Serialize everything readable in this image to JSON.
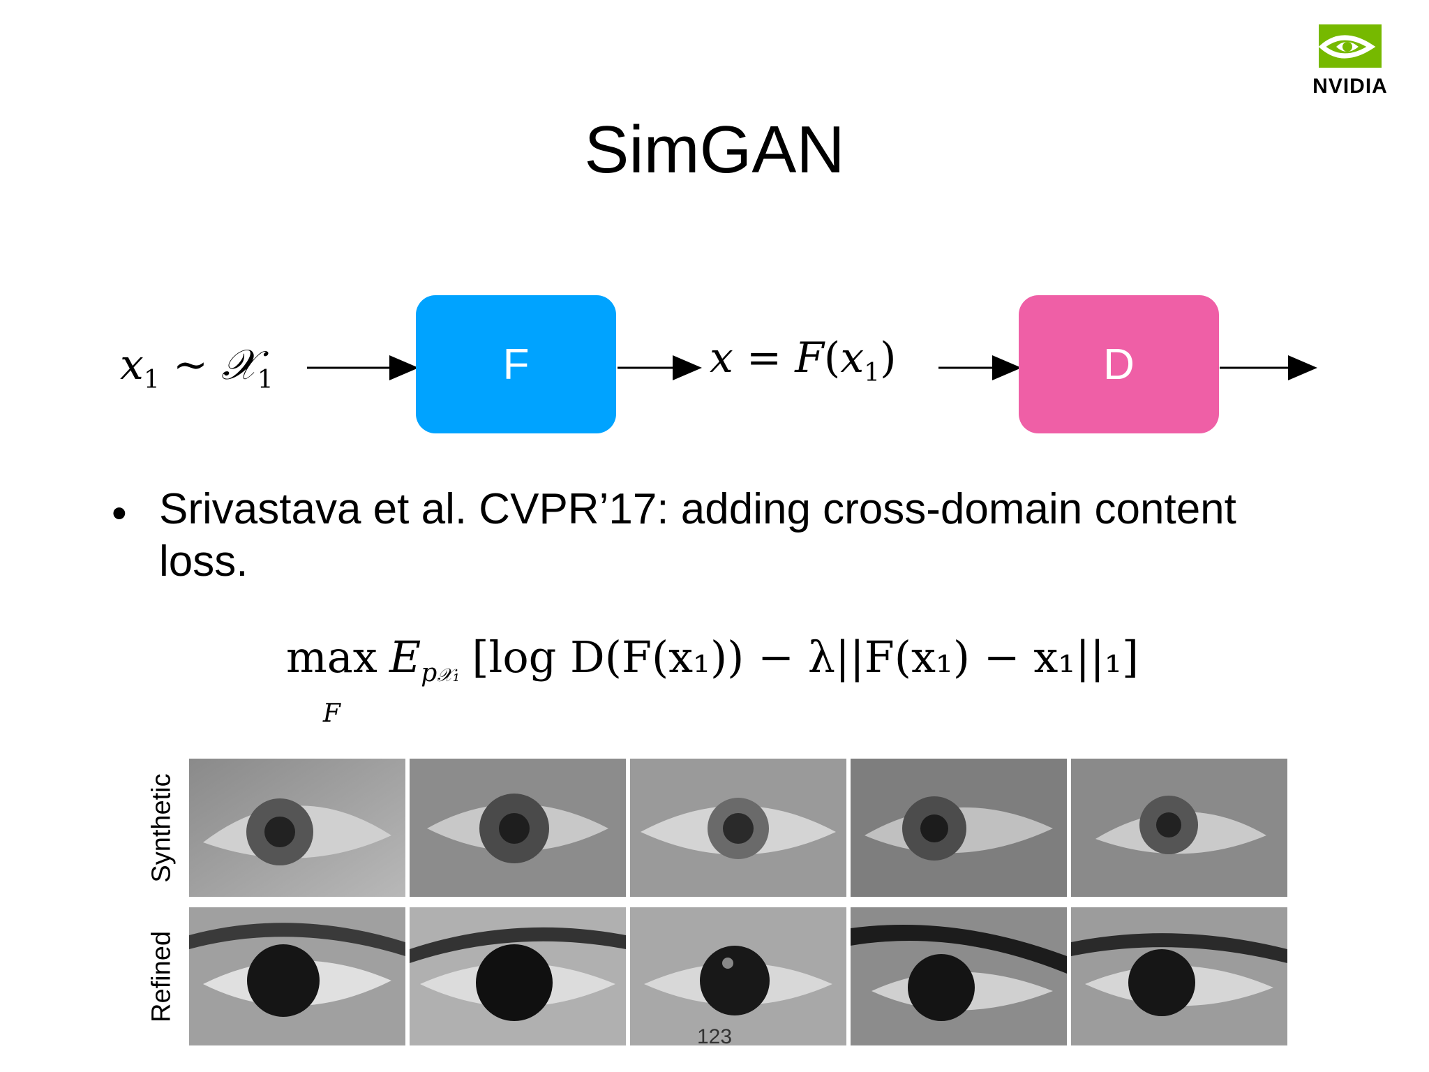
{
  "slide": {
    "title": "SimGAN",
    "logo_text": "NVIDIA",
    "page_number": "123"
  },
  "diagram": {
    "input_var": "x",
    "input_sub": "1",
    "input_set": "𝒳",
    "input_set_sub": "1",
    "generator_label": "F",
    "output_lhs": "x",
    "output_fn": "F",
    "output_arg": "x",
    "output_arg_sub": "1",
    "discriminator_label": "D",
    "generator_color": "#00a3ff",
    "discriminator_color": "#ef5fa6"
  },
  "bullet": {
    "text": "Srivastava et al. CVPR’17: adding cross-domain content loss."
  },
  "loss": {
    "max_op": "max",
    "max_sub": "F",
    "expectation": "E",
    "expectation_sub": "p",
    "expectation_sub_sub": "𝒳₁",
    "body": "[log D(F(x₁)) − λ||F(x₁) − x₁||₁]"
  },
  "images": {
    "row_labels": [
      "Synthetic",
      "Refined"
    ],
    "columns": 5
  }
}
